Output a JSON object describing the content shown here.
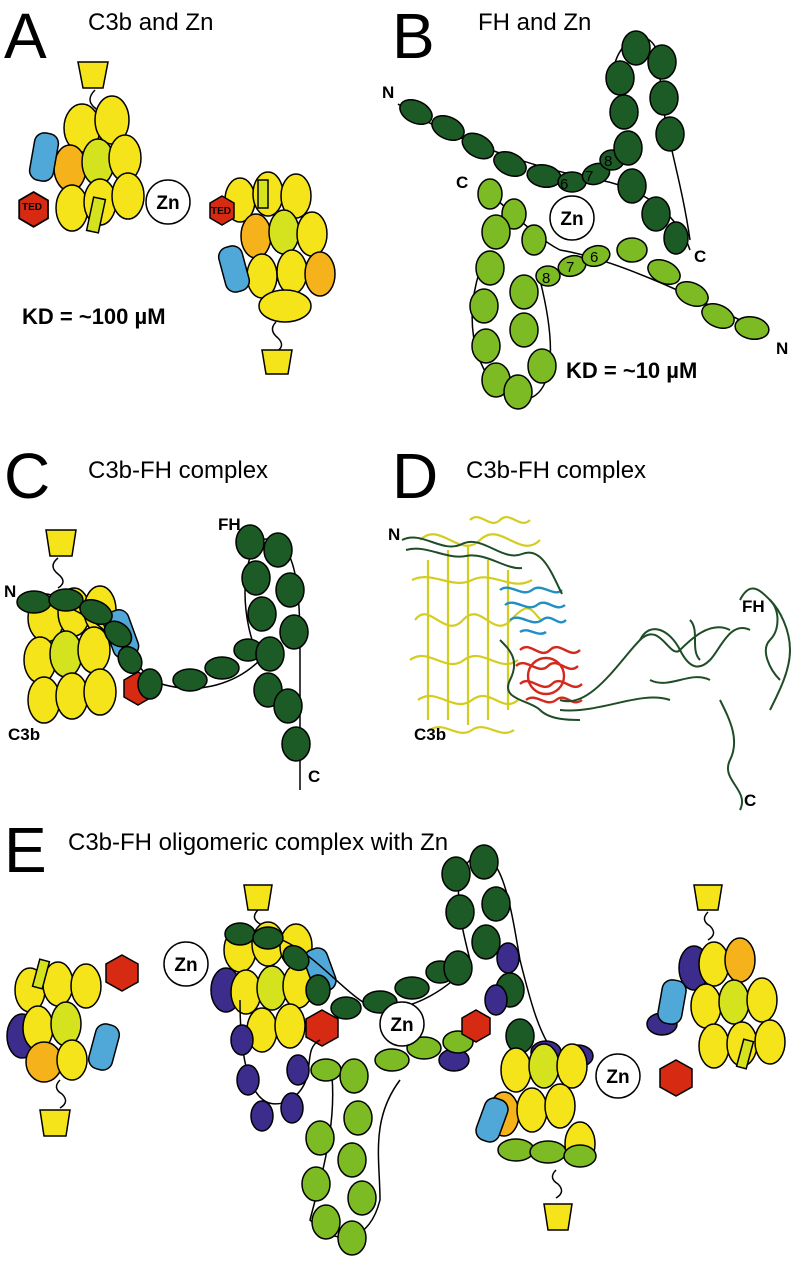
{
  "panels": {
    "A": {
      "letter": "A",
      "title": "C3b and Zn",
      "kd_text": "KD = ~100 µM"
    },
    "B": {
      "letter": "B",
      "title": "FH and Zn",
      "kd_text": "KD = ~10 µM"
    },
    "C": {
      "letter": "C",
      "title": "C3b-FH complex"
    },
    "D": {
      "letter": "D",
      "title": "C3b-FH complex"
    },
    "E": {
      "letter": "E",
      "title": "C3b-FH oligomeric complex with Zn"
    }
  },
  "labels": {
    "zn": "Zn",
    "ted": "TED",
    "n": "N",
    "c": "C",
    "fh": "FH",
    "c3b": "C3b",
    "scr6": "6",
    "scr7": "7",
    "scr8": "8"
  },
  "colors": {
    "yellow": "#F5E41A",
    "yellow_green": "#D5E31E",
    "orange": "#F5B21A",
    "dark_green": "#1C5A26",
    "light_green": "#7DBB25",
    "purple": "#3C2C8C",
    "blue": "#4FA8D8",
    "red": "#D62A12",
    "ribbon_yellow": "#EDE63A",
    "ribbon_blue": "#1F8FC4",
    "ribbon_red": "#D42A1E",
    "ribbon_green": "#1E4D28"
  }
}
